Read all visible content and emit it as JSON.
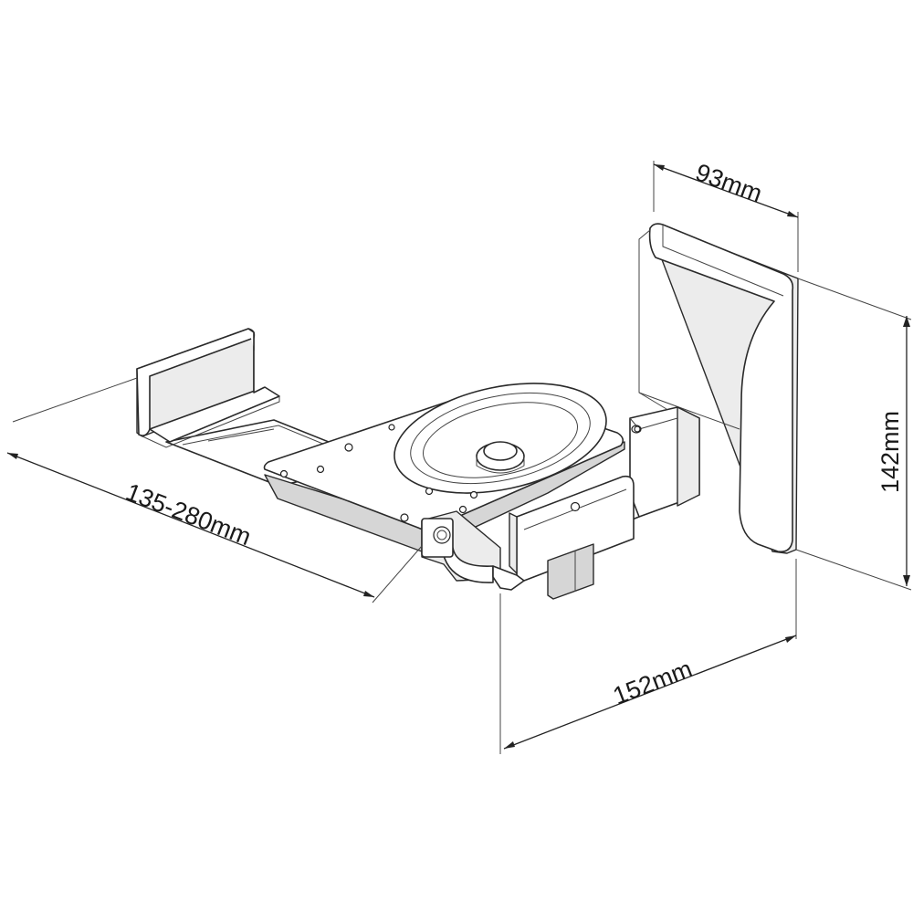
{
  "dimensions": {
    "width_wall_plate": "93mm",
    "height_wall_plate": "142mm",
    "depth_arm": "152mm",
    "clamp_range": "135-280mm"
  }
}
